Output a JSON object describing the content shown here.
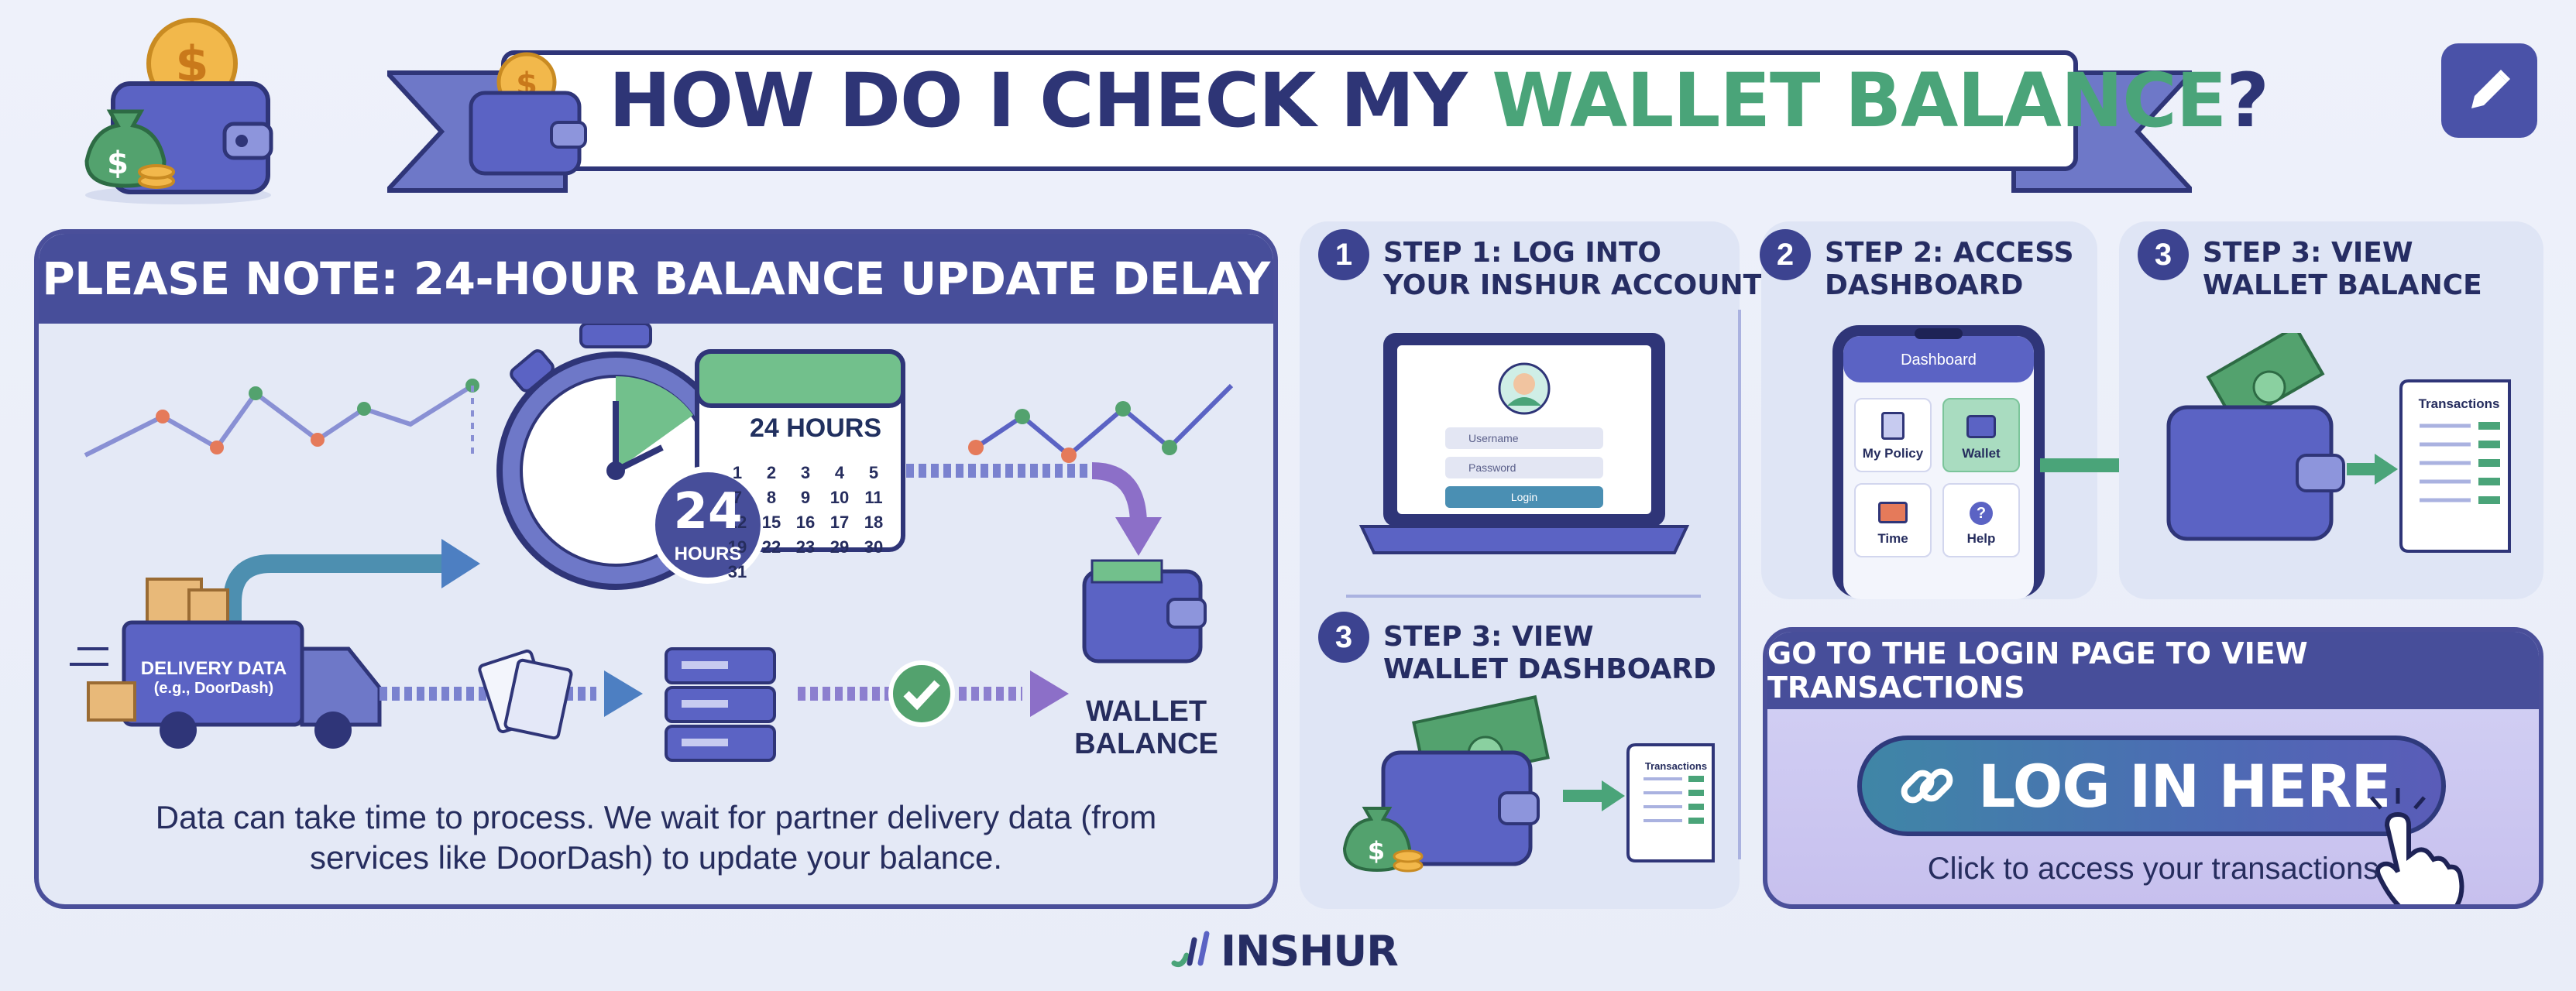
{
  "banner": {
    "title_main": "HOW DO I CHECK MY ",
    "title_accent": "WALLET BALANCE",
    "title_end": "?"
  },
  "note": {
    "heading": "PLEASE NOTE: 24-HOUR BALANCE UPDATE DELAY",
    "calendar_label": "24 HOURS",
    "calendar_days": [
      "1",
      "2",
      "3",
      "4",
      "5",
      "7",
      "8",
      "9",
      "10",
      "11",
      "12",
      "15",
      "16",
      "17",
      "18",
      "19",
      "22",
      "23",
      "29",
      "30",
      "31"
    ],
    "timer_number": "24",
    "timer_unit": "HOURS",
    "truck_label_1": "DELIVERY DATA",
    "truck_label_2": "(e.g., DoorDash)",
    "wallet_label_1": "WALLET",
    "wallet_label_2": "BALANCE",
    "body_line_1": "Data can take time to process. We wait for partner delivery data (from",
    "body_line_2": "services like DoorDash) to update your balance."
  },
  "steps": {
    "step1": {
      "num": "1",
      "title": "STEP 1: LOG INTO\nYOUR INSHUR ACCOUNT",
      "username_placeholder": "Username",
      "password_placeholder": "Password",
      "login_label": "Login"
    },
    "step2": {
      "num": "2",
      "title": "STEP 2: ACCESS\nDASHBOARD",
      "phone_header": "Dashboard",
      "tiles": [
        "My Policy",
        "Wallet",
        "Time",
        "Help"
      ]
    },
    "step3": {
      "num": "3",
      "title": "STEP 3: VIEW\nWALLET BALANCE",
      "receipt_title": "Transactions"
    },
    "step3b": {
      "num": "3",
      "title": "STEP 3: VIEW\nWALLET DASHBOARD",
      "receipt_title": "Transactions"
    }
  },
  "login_panel": {
    "heading": "GO TO THE LOGIN PAGE TO VIEW TRANSACTIONS",
    "button_label": "LOG IN HERE",
    "caption": "Click to access your transactions"
  },
  "brand": {
    "name": "INSHUR"
  },
  "colors": {
    "navy": "#2e3576",
    "accent_green": "#4aa479",
    "panel_purple": "#474e9a"
  },
  "icons": [
    "wallet-icon",
    "coin-icon",
    "money-bag-icon",
    "edit-pencil-icon",
    "stopwatch-icon",
    "calendar-icon",
    "truck-icon",
    "server-icon",
    "check-icon",
    "link-icon",
    "hand-pointer-icon",
    "receipt-icon",
    "laptop-icon",
    "phone-icon"
  ]
}
